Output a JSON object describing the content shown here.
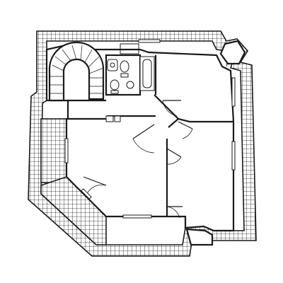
{
  "figure": {
    "kind": "architectural floor plan",
    "line_color": "#1a1a1a",
    "background": "#ffffff",
    "labels": []
  },
  "rooms": [
    {
      "id": "roof-terrace",
      "icon": "tiled-terrace"
    },
    {
      "id": "spiral-staircase",
      "icon": "stair-icon"
    },
    {
      "id": "bathroom",
      "icon": "bathtub-icon"
    },
    {
      "id": "hall"
    },
    {
      "id": "bedroom-ne"
    },
    {
      "id": "living-room"
    },
    {
      "id": "bedroom-se"
    },
    {
      "id": "corner-bay"
    }
  ]
}
